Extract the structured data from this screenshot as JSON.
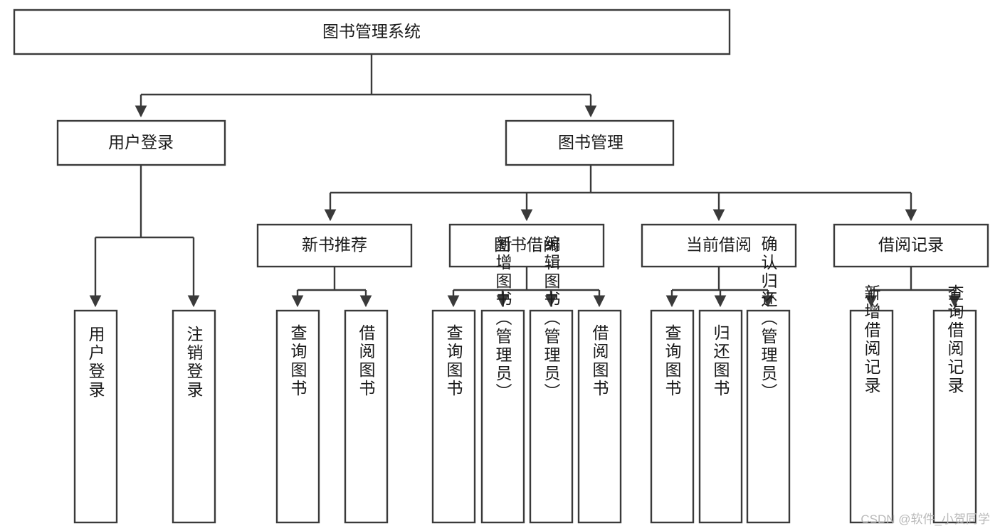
{
  "diagram": {
    "type": "tree-hierarchy-chart",
    "title": "图书管理系统",
    "orientation": "top-down",
    "colors": {
      "box_stroke": "#3a3a3a",
      "box_fill": "#ffffff",
      "edge": "#3a3a3a",
      "text": "#1a1a1a",
      "watermark": "#b9b9b9",
      "background": "#ffffff"
    },
    "root": {
      "label": "图书管理系统"
    },
    "level2": [
      {
        "label": "用户登录"
      },
      {
        "label": "图书管理"
      }
    ],
    "level3": [
      {
        "label": "新书推荐"
      },
      {
        "label": "图书借阅"
      },
      {
        "label": "当前借阅"
      },
      {
        "label": "借阅记录"
      }
    ],
    "leaves": {
      "user_login": [
        {
          "label": "用户登录"
        },
        {
          "label": "注销登录"
        }
      ],
      "new_book_recommend": [
        {
          "label": "查询图书"
        },
        {
          "label": "借阅图书"
        }
      ],
      "book_borrow": [
        {
          "label": "查询图书"
        },
        {
          "label": "新增图书（管理员）"
        },
        {
          "label": "编辑图书（管理员）"
        },
        {
          "label": "借阅图书"
        }
      ],
      "current_borrow": [
        {
          "label": "查询图书"
        },
        {
          "label": "归还图书"
        },
        {
          "label": "确认归还（管理员）"
        }
      ],
      "borrow_record": [
        {
          "label": "新增借阅记录"
        },
        {
          "label": "查询借阅记录"
        }
      ]
    }
  },
  "watermark": {
    "text": "CSDN @软件_小贺同学"
  }
}
